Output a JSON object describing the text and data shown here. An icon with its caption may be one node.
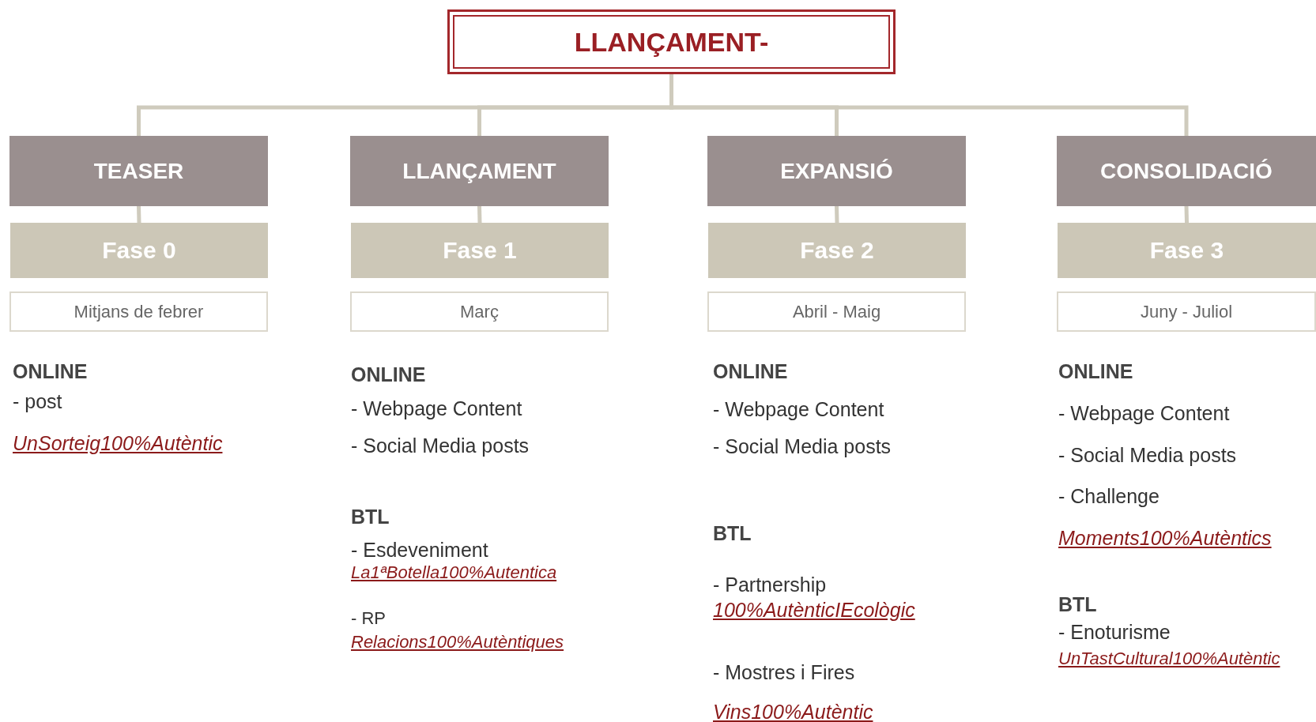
{
  "diagram": {
    "nodes": [
      {
        "text": [
          "LLANÇAMENT-"
        ]
      },
      {
        "text": [
          "TEASER"
        ]
      },
      {
        "text": [
          "Fase 0"
        ]
      },
      {
        "text": [
          "Mitjans de febrer"
        ]
      },
      {
        "text": [
          "LLANÇAMENT"
        ]
      },
      {
        "text": [
          "Fase 1"
        ]
      },
      {
        "text": [
          "Març"
        ]
      },
      {
        "text": [
          "EXPANSIÓ"
        ]
      },
      {
        "text": [
          "Fase 2"
        ]
      },
      {
        "text": [
          "Abril - Maig"
        ]
      },
      {
        "text": [
          "CONSOLIDACIÓ"
        ]
      },
      {
        "text": [
          "Fase 3"
        ]
      },
      {
        "text": [
          "Juny - Juliol"
        ]
      }
    ],
    "edges": [
      {
        "from": 0,
        "to": 1,
        "arrow": "none"
      },
      {
        "from": 0,
        "to": 4,
        "arrow": "none"
      },
      {
        "from": 0,
        "to": 7,
        "arrow": "none"
      },
      {
        "from": 0,
        "to": 10,
        "arrow": "none"
      },
      {
        "from": 1,
        "to": 2,
        "arrow": "none"
      },
      {
        "from": 4,
        "to": 5,
        "arrow": "none"
      },
      {
        "from": 7,
        "to": 8,
        "arrow": "none"
      },
      {
        "from": 10,
        "to": 11,
        "arrow": "none"
      }
    ],
    "labels": [
      "ONLINE",
      "- post",
      "UnSorteig100%Autèntic",
      "ONLINE",
      "- Webpage Content",
      "- Social Media posts",
      "BTL",
      "- Esdeveniment",
      "La1ªBotella100%Autentica",
      "- RP",
      "Relacions100%Autèntiques",
      "ONLINE",
      "- Webpage Content",
      "- Social Media posts",
      "BTL",
      "- Partnership",
      "100%AutènticIEcològic",
      "- Mostres i Fires",
      "Vins100%Autèntic",
      "ONLINE",
      "- Webpage Content",
      "- Social Media posts",
      "- Challenge",
      "Moments100%Autèntics",
      "BTL",
      "- Enoturisme",
      "UnTastCultural100%Autèntic"
    ]
  }
}
